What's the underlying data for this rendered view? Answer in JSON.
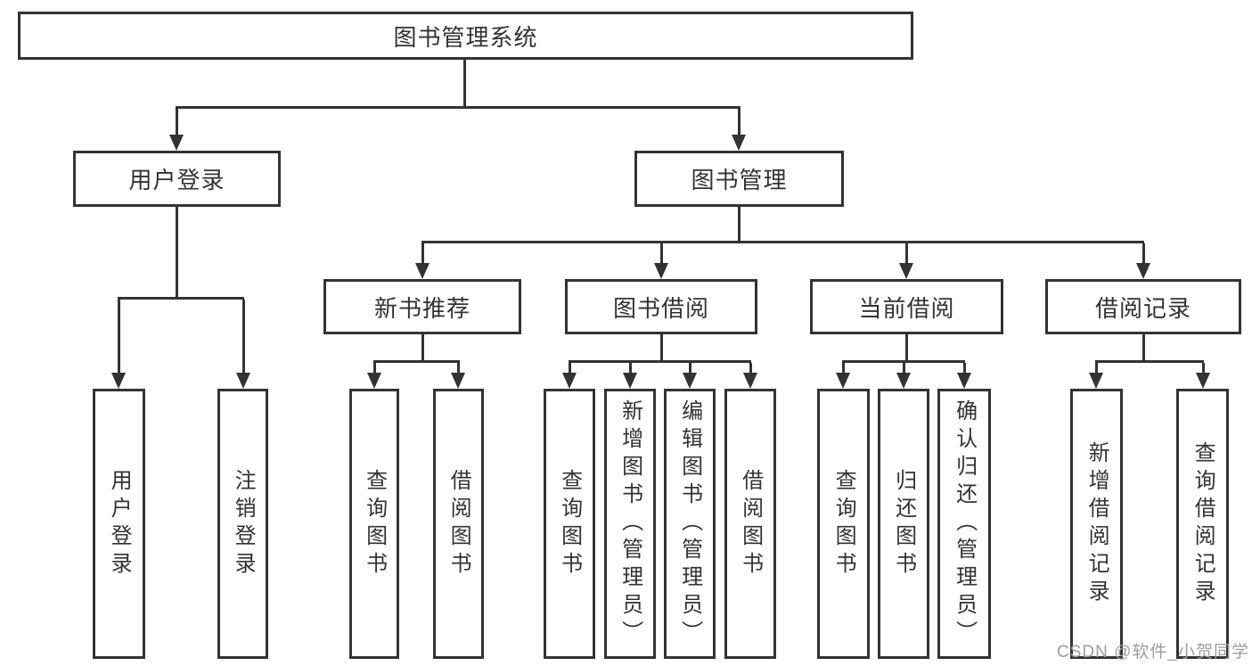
{
  "diagram": {
    "title": "图书管理系统",
    "level2": [
      "用户登录",
      "图书管理"
    ],
    "level3": [
      "新书推荐",
      "图书借阅",
      "当前借阅",
      "借阅记录"
    ],
    "leaves": {
      "user_login": [
        "用户登录",
        "注销登录"
      ],
      "new_book_recommend": [
        "查询图书",
        "借阅图书"
      ],
      "book_borrow": [
        "查询图书",
        "新增图书（管理员）",
        "编辑图书（管理员）",
        "借阅图书"
      ],
      "current_borrow": [
        "查询图书",
        "归还图书",
        "确认归还（管理员）"
      ],
      "borrow_records": [
        "新增借阅记录",
        "查询借阅记录"
      ]
    }
  },
  "watermark": {
    "text": "CSDN @软件_小贺同学",
    "color": "#9e9e9e"
  },
  "colors": {
    "line": "#333333",
    "text": "#333333",
    "background": "#ffffff"
  }
}
